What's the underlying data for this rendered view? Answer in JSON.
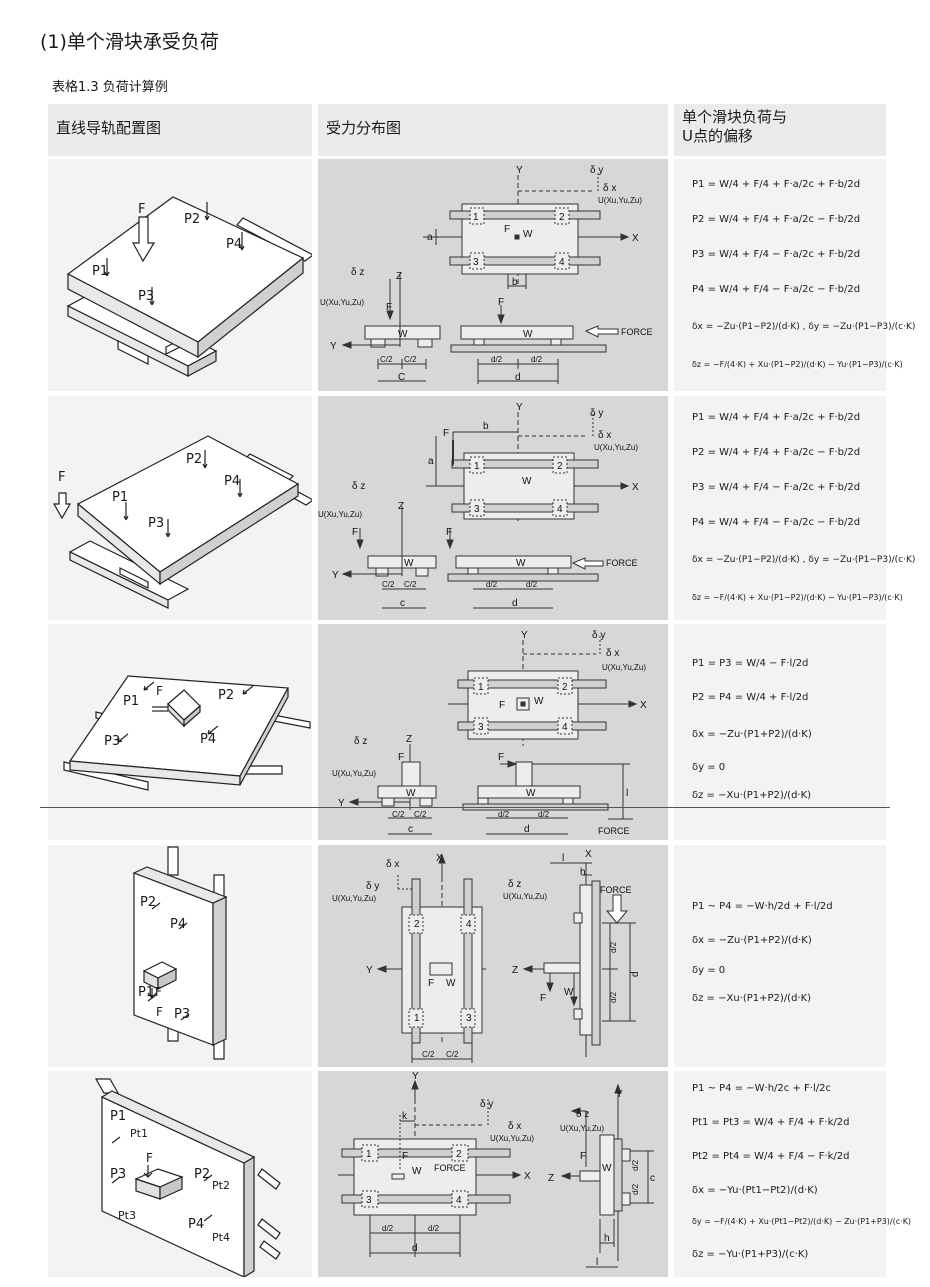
{
  "page": {
    "section_title": "(1)单个滑块承受负荷",
    "table_caption": "表格1.3  负荷计算例"
  },
  "header": {
    "col1": "直线导轨配置图",
    "col2": "受力分布图",
    "col3_line1": "单个滑块负荷与",
    "col3_line2": "U点的偏移"
  },
  "labels": {
    "F": "F",
    "W": "W",
    "X": "X",
    "Y": "Y",
    "Z": "Z",
    "dx": "δ x",
    "dy": "δ y",
    "dz": "δ z",
    "U": "U(Xu,Yu,Zu)",
    "force": "FORCE",
    "a": "a",
    "b": "b",
    "c": "c",
    "d": "d",
    "h": "h",
    "k": "k",
    "l": "l",
    "c2": "C/2",
    "C": "C",
    "d2": "d/2",
    "n1": "1",
    "n2": "2",
    "n3": "3",
    "n4": "4",
    "P1": "P1",
    "P2": "P2",
    "P3": "P3",
    "P4": "P4",
    "Pt1": "Pt1",
    "Pt2": "Pt2",
    "Pt3": "Pt3",
    "Pt4": "Pt4"
  },
  "rows": [
    {
      "formulas": [
        "P1 = W/4 + F/4 + F·a/2c + F·b/2d",
        "P2 = W/4 + F/4 + F·a/2c − F·b/2d",
        "P3 = W/4 + F/4 − F·a/2c + F·b/2d",
        "P4 = W/4 + F/4 − F·a/2c − F·b/2d",
        "δx = −Zu·(P1−P2)/(d·K) ,  δy = −Zu·(P1−P3)/(c·K)",
        "δz = −F/(4·K) + Xu·(P1−P2)/(d·K) − Yu·(P1−P3)/(c·K)"
      ]
    },
    {
      "formulas": [
        "P1 = W/4 + F/4 + F·a/2c + F·b/2d",
        "P2 = W/4 + F/4 + F·a/2c − F·b/2d",
        "P3 = W/4 + F/4 − F·a/2c + F·b/2d",
        "P4 = W/4 + F/4 − F·a/2c − F·b/2d",
        "δx = −Zu·(P1−P2)/(d·K) ,  δy = −Zu·(P1−P3)/(c·K)",
        "δz = −F/(4·K) + Xu·(P1−P2)/(d·K) − Yu·(P1−P3)/(c·K)"
      ]
    },
    {
      "formulas": [
        "P1 = P3 = W/4 − F·l/2d",
        "P2 = P4 = W/4 + F·l/2d",
        "δx = −Zu·(P1+P2)/(d·K)",
        "δy = 0",
        "δz = −Xu·(P1+P2)/(d·K)"
      ]
    },
    {
      "formulas": [
        "P1 ~ P4 = −W·h/2d + F·l/2d",
        "δx = −Zu·(P1+P2)/(d·K)",
        "δy = 0",
        "δz = −Xu·(P1+P2)/(d·K)"
      ]
    },
    {
      "formulas": [
        "P1 ~ P4 = −W·h/2c + F·l/2c",
        "Pt1 = Pt3 = W/4 + F/4 + F·k/2d",
        "Pt2 = Pt4 = W/4 + F/4 − F·k/2d",
        "δx = −Yu·(Pt1−Pt2)/(d·K)",
        "δy = −F/(4·K) + Xu·(Pt1−Pt2)/(d·K) − Zu·(P1+P3)/(c·K)",
        "δz = −Yu·(P1+P3)/(c·K)"
      ]
    }
  ]
}
